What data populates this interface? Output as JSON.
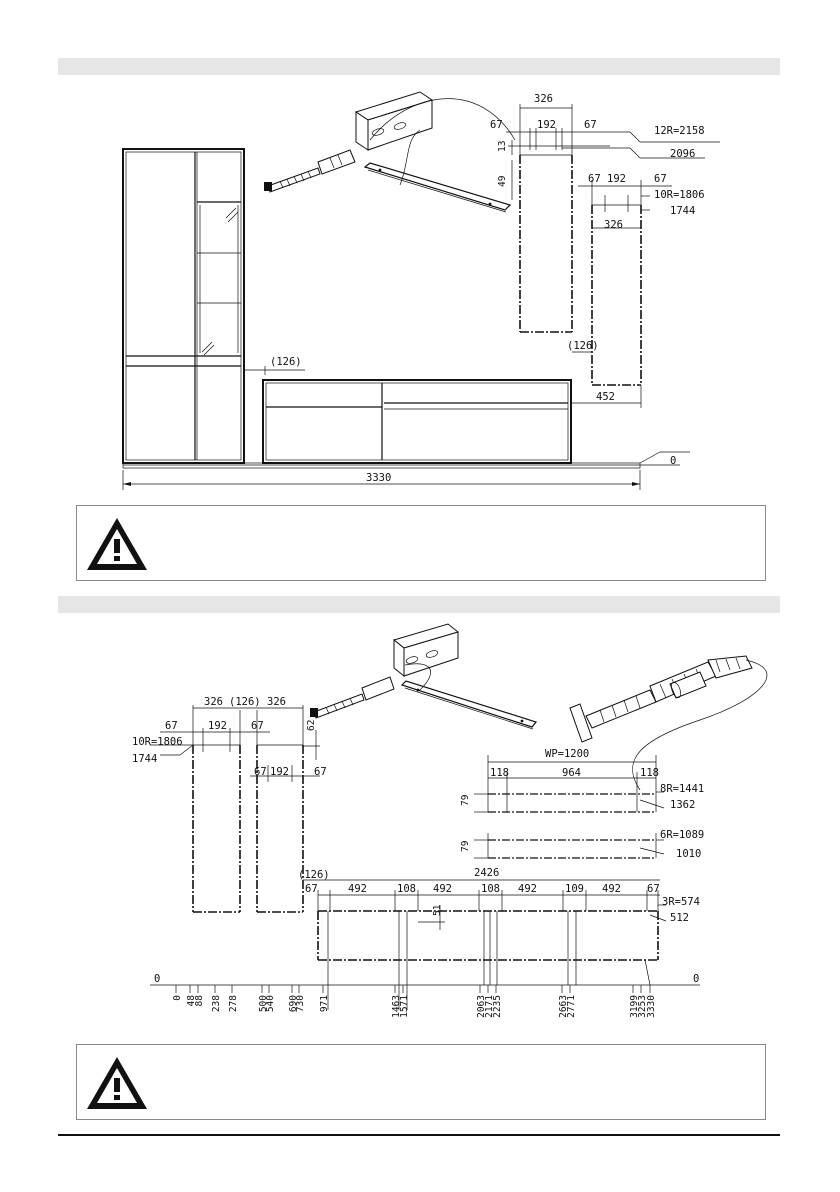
{
  "section1": {
    "labels": {
      "top_width": "326",
      "left_67": "67",
      "mid_192": "192",
      "right_67": "67",
      "v13": "13",
      "v49": "49",
      "r_12r": "12R=2158",
      "h2096": "2096",
      "b_67a": "67",
      "b_192": "192",
      "b_67b": "67",
      "r_10r": "10R=1806",
      "h1744": "1744",
      "b_326": "326",
      "gap126": "(126)",
      "offset126": "(126)",
      "d452": "452",
      "zero": "0",
      "total": "3330"
    }
  },
  "section2": {
    "labels": {
      "t_326a": "326",
      "t_126": "(126)",
      "t_326b": "326",
      "l_67a": "67",
      "l_192": "192",
      "l_67b": "67",
      "r_10r": "10R=1806",
      "h1744": "1744",
      "v62": "62",
      "m_67a": "67",
      "m_192": "192",
      "m_67b": "67",
      "wp": "WP=1200",
      "d118a": "118",
      "d964": "964",
      "d118b": "118",
      "r_8r": "8R=1441",
      "h1362": "1362",
      "v79a": "79",
      "v79b": "79",
      "r_6r": "6R=1089",
      "h1010": "1010",
      "off126": "(126)",
      "total2426": "2426",
      "s67a": "67",
      "s492a": "492",
      "s108a": "108",
      "s492b": "492",
      "s108b": "108",
      "s492c": "492",
      "s109": "109",
      "s492d": "492",
      "s67b": "67",
      "v_small": "51",
      "r_3r": "3R=574",
      "h512": "512",
      "zero_left": "0",
      "zero_right": "0",
      "ticks": [
        "0",
        "48",
        "88",
        "238",
        "278",
        "500",
        "540",
        "690",
        "730",
        "971",
        "1463",
        "1571",
        "2063",
        "2171",
        "2235",
        "2663",
        "2771",
        "3199",
        "3253",
        "3330"
      ]
    }
  },
  "colors": {
    "band": "#e6e6e6",
    "ink": "#111111",
    "box_border": "#8a8a8a"
  },
  "icons": [
    "warning-triangle-icon",
    "screw-icon",
    "wall-rail-icon",
    "hanging-rail-icon",
    "wall-plug-icon"
  ]
}
